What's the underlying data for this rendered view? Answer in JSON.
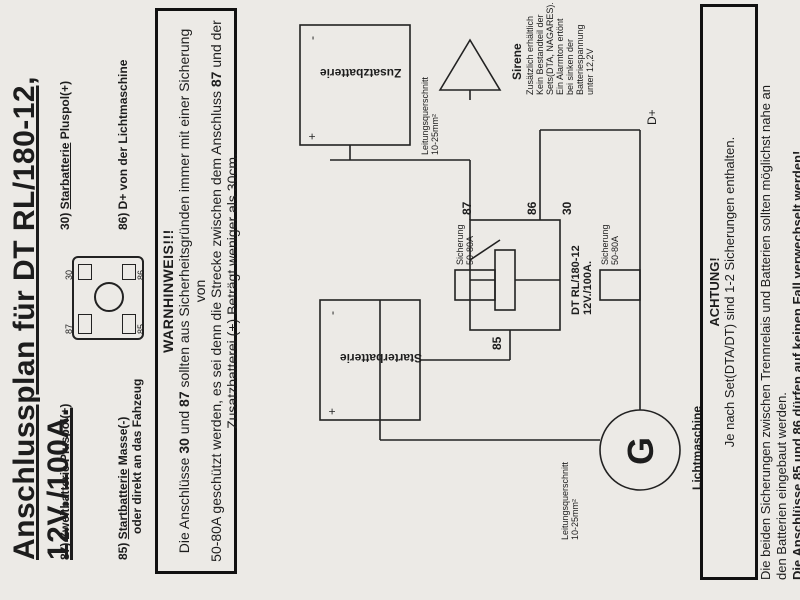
{
  "title": "Anschlussplan für DT RL/180-12, 12V./100A.",
  "legend": {
    "item87_num": "87)",
    "item87_main": "Zweitbatterie",
    "item87_rest": " Pluspol(+)",
    "item30_num": "30)",
    "item30_main": "Starbatterie",
    "item30_rest": " Pluspol(+)",
    "item85_num": "85)",
    "item85_main": "Startbatterie",
    "item85_rest": " Masse(-)",
    "item85_line2": "oder direkt an das Fahzeug",
    "item86": "86) D+ von der Lichtmaschine"
  },
  "relay_pins": {
    "p30": "30",
    "p86": "86",
    "p87": "87",
    "p85": "85"
  },
  "warning": {
    "title": "WARNHINWEIS!!!",
    "line1_a": "Die Anschlüsse ",
    "line1_b": "30",
    "line1_c": " und ",
    "line1_d": "87",
    "line1_e": " sollten aus Sicherheitsgründen immer mit einer Sicherung von",
    "line2_a": "50-80A geschützt werden, es sei denn die Strecke zwischen dem Anschluss ",
    "line2_b": "87",
    "line2_c": " und der",
    "line3": "Zusatzbatterei (+) Beträgt weniger als 30cm."
  },
  "diagram": {
    "zusatz_label": "Zusatzbatterie",
    "starter_label": "Starterbatterie",
    "plus": "+",
    "minus": "-",
    "sirene_label": "Sirene",
    "sirene_note": [
      "Zusätzlich erhältlich",
      "Kein Bestandteil der",
      "Sets(DTA, NAGARES).",
      "Ein Alarmton ertönt",
      "bei sinken der",
      "Batteriespannung",
      "unter 12,2V"
    ],
    "leitung_top": [
      "Leitungsquerschnitt",
      "10-25mm²"
    ],
    "leitung_bottom": [
      "Leitungsquerschnitt",
      "10-25mm²"
    ],
    "fuse_left": [
      "Sicherung",
      "50-80A"
    ],
    "fuse_right": [
      "Sicherung",
      "50-80A"
    ],
    "relay_label": [
      "DT RL/180-12",
      "12V./100A."
    ],
    "pin87": "87",
    "pin30": "30",
    "pin85": "85",
    "pin86": "86",
    "dplus": "D+",
    "generator_letter": "G",
    "generator_label": "Lichtmaschine"
  },
  "achtung": {
    "title": "ACHTUNG!",
    "text": "Je nach Set(DTA/DT) sind 1-2 Sicherungen enthalten."
  },
  "footer": {
    "line1": "Die beiden Sicherungen zwischen Trennrelais und Batterien sollten möglichst nahe an",
    "line2": "den Batterien eingebaut werden.",
    "line3": "Die Anschlüsse 85 und 86 dürfen auf keinen Fall verwechselt werden!"
  }
}
